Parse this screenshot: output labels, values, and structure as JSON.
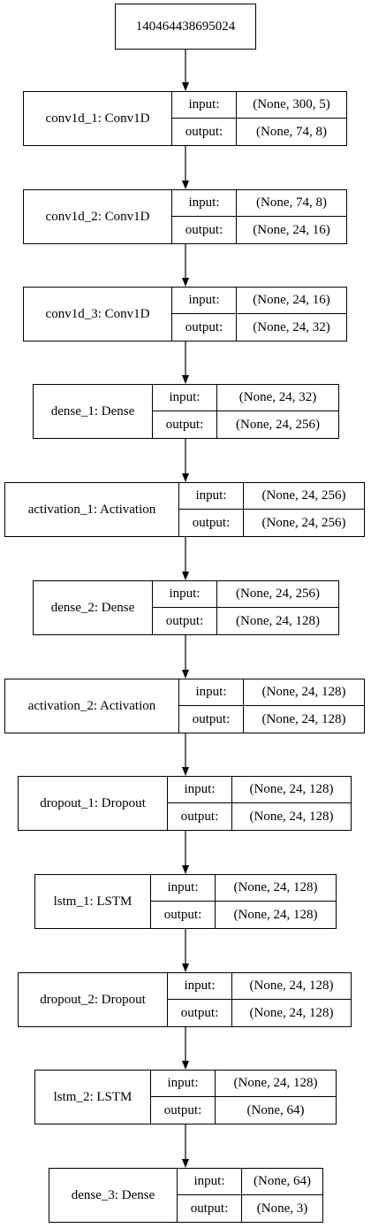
{
  "input_label": "input:",
  "output_label": "output:",
  "root": {
    "label": "140464438695024"
  },
  "layers": [
    {
      "name": "conv1d_1: Conv1D",
      "input": "(None, 300, 5)",
      "output": "(None, 74, 8)"
    },
    {
      "name": "conv1d_2: Conv1D",
      "input": "(None, 74, 8)",
      "output": "(None, 24, 16)"
    },
    {
      "name": "conv1d_3: Conv1D",
      "input": "(None, 24, 16)",
      "output": "(None, 24, 32)"
    },
    {
      "name": "dense_1: Dense",
      "input": "(None, 24, 32)",
      "output": "(None, 24, 256)"
    },
    {
      "name": "activation_1: Activation",
      "input": "(None, 24, 256)",
      "output": "(None, 24, 256)"
    },
    {
      "name": "dense_2: Dense",
      "input": "(None, 24, 256)",
      "output": "(None, 24, 128)"
    },
    {
      "name": "activation_2: Activation",
      "input": "(None, 24, 128)",
      "output": "(None, 24, 128)"
    },
    {
      "name": "dropout_1: Dropout",
      "input": "(None, 24, 128)",
      "output": "(None, 24, 128)"
    },
    {
      "name": "lstm_1: LSTM",
      "input": "(None, 24, 128)",
      "output": "(None, 24, 128)"
    },
    {
      "name": "dropout_2: Dropout",
      "input": "(None, 24, 128)",
      "output": "(None, 24, 128)"
    },
    {
      "name": "lstm_2: LSTM",
      "input": "(None, 24, 128)",
      "output": "(None, 64)"
    },
    {
      "name": "dense_3: Dense",
      "input": "(None, 64)",
      "output": "(None, 3)"
    }
  ]
}
